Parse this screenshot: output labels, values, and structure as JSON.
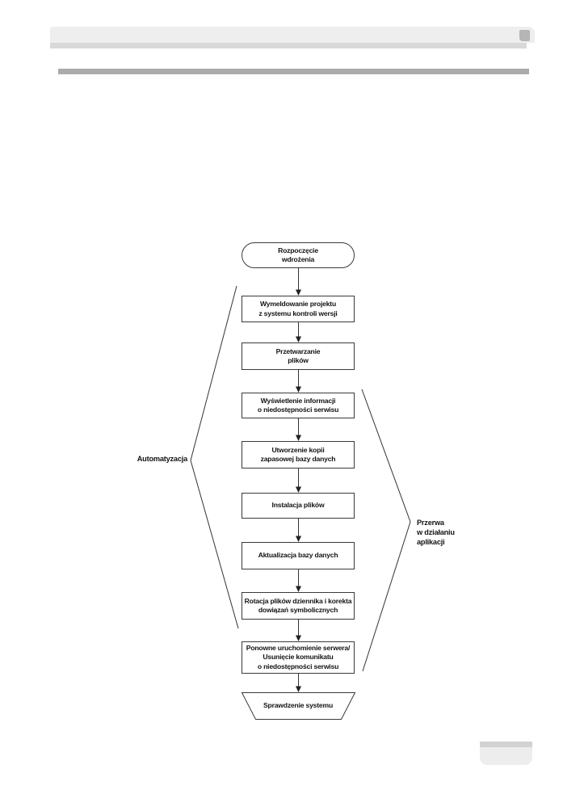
{
  "page": {
    "kind": "book page with flowchart figure",
    "colors": {
      "header_bar": "#eeeeee",
      "header_shadow": "#d9d9d9",
      "divider_rule": "#ababab",
      "corner_icon": "#b5b5b5",
      "footer_tab_top": "#d2d2d2",
      "footer_tab_body": "#ededed",
      "diagram_line": "#333333",
      "diagram_text": "#141414"
    }
  },
  "flowchart": {
    "nodes": [
      {
        "id": "start",
        "shape": "stadium",
        "label": "Rozpoczęcie\nwdrożenia"
      },
      {
        "id": "checkout-project",
        "shape": "rect",
        "label": "Wymeldowanie projektu\nz systemu kontroli wersji"
      },
      {
        "id": "process-files",
        "shape": "rect",
        "label": "Przetwarzanie\nplików"
      },
      {
        "id": "display-unavailability-notice",
        "shape": "rect",
        "label": "Wyświetlenie informacji\no niedostępności serwisu"
      },
      {
        "id": "backup-database",
        "shape": "rect",
        "label": "Utworzenie kopii\nzapasowej bazy danych"
      },
      {
        "id": "install-files",
        "shape": "rect",
        "label": "Instalacja plików"
      },
      {
        "id": "update-database",
        "shape": "rect",
        "label": "Aktualizacja bazy danych"
      },
      {
        "id": "rotate-logs",
        "shape": "rect",
        "label": "Rotacja plików dziennika i korekta\ndowiązań symbolicznych"
      },
      {
        "id": "restart-server",
        "shape": "rect",
        "label": "Ponowne uruchomienie serwera/\nUsunięcie komunikatu\no niedostępności serwisu"
      },
      {
        "id": "system-check",
        "shape": "trapezoid",
        "label": "Sprawdzenie systemu"
      }
    ],
    "annotations": {
      "left_bracket": "Automatyzacja",
      "right_bracket": "Przerwa\nw działaniu\naplikacji"
    }
  }
}
